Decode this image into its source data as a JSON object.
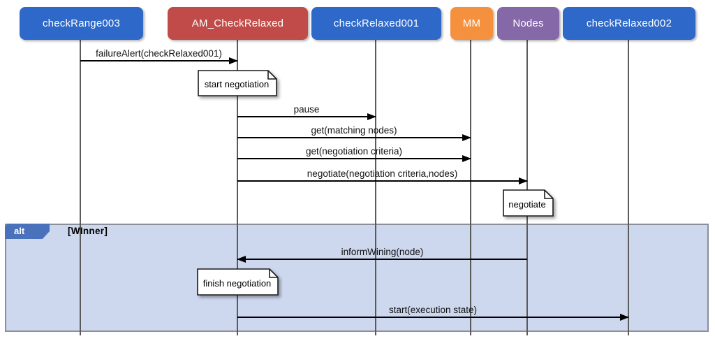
{
  "diagram": {
    "type": "uml-sequence-diagram",
    "participants": [
      {
        "name": "checkRange003",
        "color": "#2E68C8"
      },
      {
        "name": "AM_CheckRelaxed",
        "color": "#C14B48"
      },
      {
        "name": "checkRelaxed001",
        "color": "#2E68C8"
      },
      {
        "name": "MM",
        "color": "#F5913E"
      },
      {
        "name": "Nodes",
        "color": "#8468A8"
      },
      {
        "name": "checkRelaxed002",
        "color": "#2E68C8"
      }
    ],
    "messages": [
      {
        "label": "failureAlert(checkRelaxed001)",
        "from": "checkRange003",
        "to": "AM_CheckRelaxed",
        "direction": "right"
      },
      {
        "label": "pause",
        "from": "AM_CheckRelaxed",
        "to": "checkRelaxed001",
        "direction": "right"
      },
      {
        "label": "get(matching nodes)",
        "from": "AM_CheckRelaxed",
        "to": "MM",
        "direction": "right"
      },
      {
        "label": "get(negotiation criteria)",
        "from": "AM_CheckRelaxed",
        "to": "MM",
        "direction": "right"
      },
      {
        "label": "negotiate(negotiation criteria,nodes)",
        "from": "AM_CheckRelaxed",
        "to": "Nodes",
        "direction": "right"
      },
      {
        "label": "informWining(node)",
        "from": "Nodes",
        "to": "AM_CheckRelaxed",
        "direction": "left"
      },
      {
        "label": "start(execution state)",
        "from": "AM_CheckRelaxed",
        "to": "checkRelaxed002",
        "direction": "right"
      }
    ],
    "notes": [
      {
        "text": "start negotiation",
        "attached_to": "AM_CheckRelaxed"
      },
      {
        "text": "negotiate",
        "attached_to": "Nodes"
      },
      {
        "text": "finish negotiation",
        "attached_to": "AM_CheckRelaxed"
      }
    ],
    "fragment": {
      "operator": "alt",
      "guard": "[WInner]",
      "tab_color": "#4A72BC",
      "background_color": "#CDD7EE",
      "border_color": "#8a8f99"
    },
    "styles": {
      "lifeline_color": "#5a5a5a",
      "message_line_color": "#000000",
      "note_background": "#ffffff",
      "note_border": "#1a1a1a"
    }
  }
}
